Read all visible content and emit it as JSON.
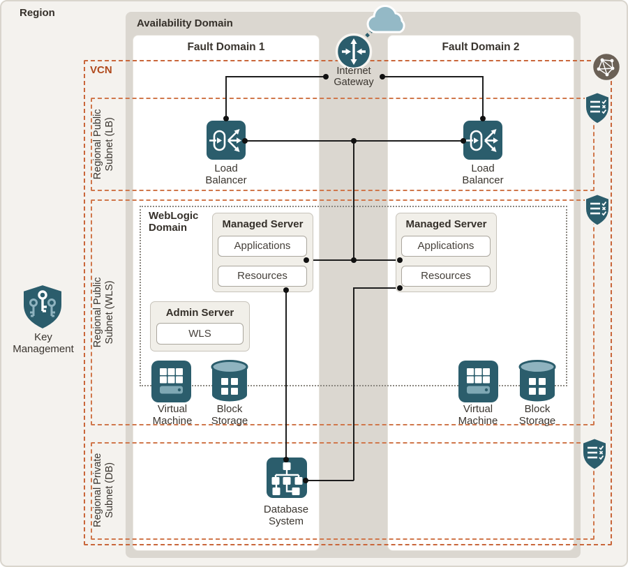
{
  "region": {
    "label": "Region"
  },
  "availability_domain": {
    "label": "Availability Domain"
  },
  "fault_domain_1": {
    "label": "Fault Domain 1"
  },
  "fault_domain_2": {
    "label": "Fault Domain 2"
  },
  "vcn": {
    "label": "VCN"
  },
  "internet_gateway": {
    "label": "Internet Gateway"
  },
  "subnets": {
    "lb": {
      "label": "Regional Public Subnet (LB)"
    },
    "wls": {
      "label": "Regional Public Subnet (WLS)"
    },
    "db": {
      "label": "Regional Private Subnet (DB)"
    }
  },
  "load_balancer_1": {
    "label": "Load Balancer"
  },
  "load_balancer_2": {
    "label": "Load Balancer"
  },
  "weblogic_domain": {
    "label": "WebLogic Domain"
  },
  "managed_server_1": {
    "title": "Managed Server",
    "applications": "Applications",
    "resources": "Resources"
  },
  "managed_server_2": {
    "title": "Managed Server",
    "applications": "Applications",
    "resources": "Resources"
  },
  "admin_server": {
    "title": "Admin Server",
    "wls": "WLS"
  },
  "virtual_machine_1": {
    "label": "Virtual Machine"
  },
  "block_storage_1": {
    "label": "Block Storage"
  },
  "virtual_machine_2": {
    "label": "Virtual Machine"
  },
  "block_storage_2": {
    "label": "Block Storage"
  },
  "database_system": {
    "label": "Database System"
  },
  "key_management": {
    "label": "Key Management"
  },
  "icons": {
    "internet_gateway": "router-arrows-icon",
    "cloud": "cloud-icon",
    "load_balancer": "load-balancer-icon",
    "security_list": "security-list-shield-icon",
    "key_management": "key-shield-icon",
    "virtual_machine": "virtual-machine-icon",
    "block_storage": "block-storage-cylinder-icon",
    "database_system": "database-system-icon",
    "vcn": "network-graph-icon"
  },
  "colors": {
    "teal_icon": "#2b5d6c",
    "light_teal": "#94b9c6",
    "subnet_dash": "#d0774b",
    "vcn_dash": "#c9663a",
    "vcn_label_text": "#b04a1d",
    "taupe_icon": "#6b6156",
    "availability_domain_bg": "#dbd7d0",
    "region_bg": "#f4f2ee"
  }
}
